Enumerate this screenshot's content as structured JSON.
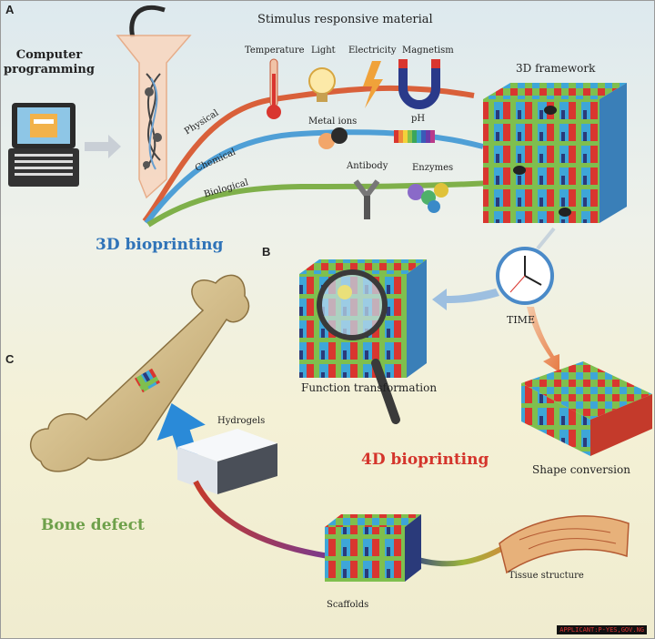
{
  "panels": {
    "a": "A",
    "b": "B",
    "c": "C"
  },
  "labels": {
    "computer_programming": "Computer programming",
    "stimulus_title": "Stimulus responsive material",
    "temperature": "Temperature",
    "light": "Light",
    "electricity": "Electricity",
    "magnetism": "Magnetism",
    "framework": "3D  framework",
    "physical": "Physical",
    "chemical": "Chemical",
    "biological": "Biological",
    "metal_ions": "Metal ions",
    "ph": "pH",
    "antibody": "Antibody",
    "enzymes": "Enzymes",
    "bioprinting_3d": "3D bioprinting",
    "time": "TIME",
    "function_transformation": "Function transformation",
    "bioprinting_4d": "4D bioprinting",
    "shape_conversion": "Shape conversion",
    "hydrogels": "Hydrogels",
    "bone_defect": "Bone defect",
    "scaffolds": "Scaffolds",
    "tissue_structure": "Tissue structure",
    "watermark": "APPLICANT:P-YES,GOV.NG"
  },
  "colors": {
    "physical_line": "#d9603a",
    "chemical_line": "#4f9fd6",
    "biological_line": "#7fb04a",
    "title_blue": "#2f73b8",
    "title_red": "#d4352c",
    "title_green": "#6ea04a"
  }
}
